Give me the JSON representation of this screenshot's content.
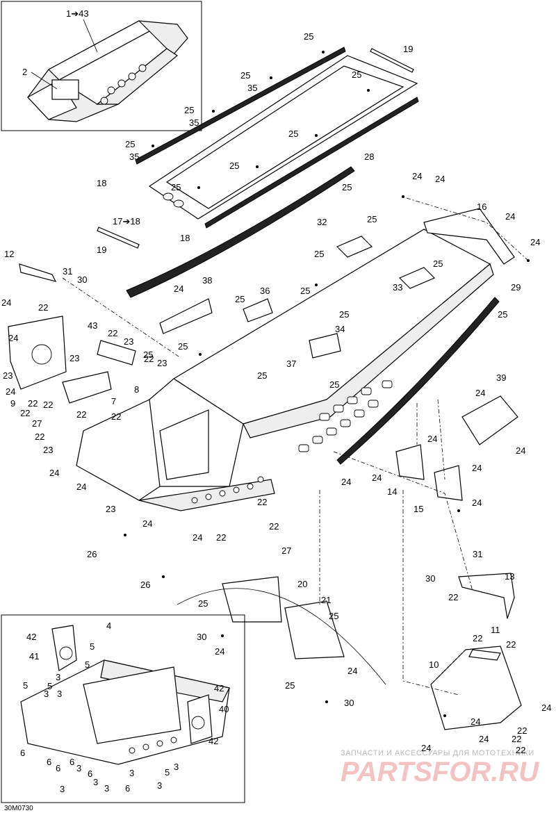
{
  "diagram_code": "30M0730",
  "watermark": {
    "line1": "ЗАПЧАСТИ И АКСЕССУАРЫ ДЛЯ МОТОТЕХНИКИ",
    "line2": "PARTSFOR.RU"
  },
  "inset_top_labels": [
    "1➔43",
    "2"
  ],
  "callouts": {
    "c25": "25",
    "c19": "19",
    "c35": "35",
    "c18": "18",
    "c17_18": "17➔18",
    "c28": "28",
    "c24": "24",
    "c16": "16",
    "c32": "32",
    "c12": "12",
    "c31": "31",
    "c30": "30",
    "c22": "22",
    "c38": "38",
    "c36": "36",
    "c33": "33",
    "c29": "29",
    "c43": "43",
    "c34": "34",
    "c23": "23",
    "c37": "37",
    "c8": "8",
    "c9": "9",
    "c7": "7",
    "c27": "27",
    "c39": "39",
    "c14": "14",
    "c15": "15",
    "c26": "26",
    "c20": "20",
    "c21": "21",
    "c13": "13",
    "c11": "11",
    "c10": "10",
    "c4": "4",
    "c42": "42",
    "c41": "41",
    "c5": "5",
    "c3": "3",
    "c40": "40",
    "c6": "6"
  }
}
